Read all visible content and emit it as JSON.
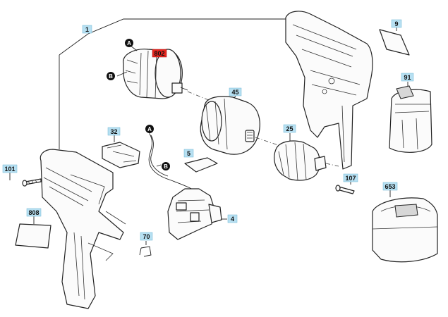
{
  "labels": {
    "l1": "1",
    "l9": "9",
    "l91": "91",
    "l802": "802",
    "l45": "45",
    "l32": "32",
    "l25": "25",
    "l5": "5",
    "l101": "101",
    "l107": "107",
    "l653": "653",
    "l808": "808",
    "l4": "4",
    "l70": "70"
  },
  "markers": {
    "motor_a": "A",
    "motor_b": "B",
    "wire_a": "A",
    "wire_b": "B"
  },
  "colors": {
    "label_bg": "#b7e0f2",
    "highlight_bg": "#e8261e",
    "line": "#222222"
  }
}
